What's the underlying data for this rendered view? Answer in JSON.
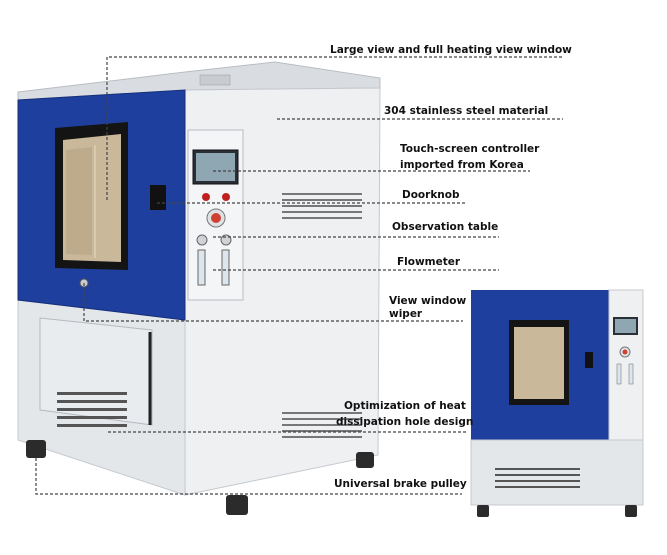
{
  "annotations": {
    "view_window": "Large view and full heating view window",
    "steel": "304 stainless steel material",
    "touch_line1": "Touch-screen controller",
    "touch_line2": "imported from Korea",
    "doorknob": "Doorknob",
    "observation": "Observation table",
    "flowmeter": "Flowmeter",
    "wiper_line1": "View window",
    "wiper_line2": "wiper",
    "heat_line1": "Optimization of heat",
    "heat_line2": "dissipation hole design",
    "pulley": "Universal brake pulley"
  },
  "colors": {
    "panel_blue": "#1f3f9e",
    "body_grey": "#e4e7ea",
    "leader_line": "#444444"
  }
}
